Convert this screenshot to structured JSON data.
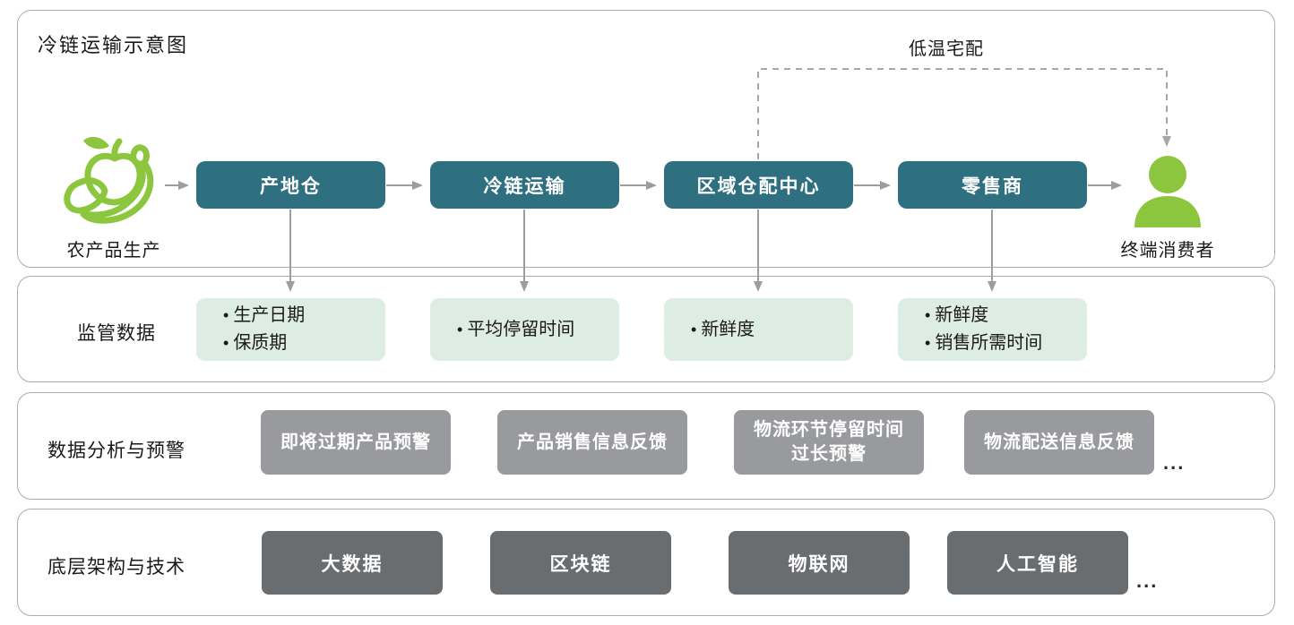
{
  "colors": {
    "stage_teal": "#2e6f80",
    "monitor_green": "#deede4",
    "analysis_gray": "#989a9d",
    "tech_gray": "#6a6d70",
    "accent_green": "#8cc63f",
    "arrow_gray": "#9b9ea1",
    "panel_border": "#a9acae"
  },
  "diagram": {
    "title": "冷链运输示意图",
    "flow": {
      "source_label": "农产品生产",
      "consumer_label": "终端消费者",
      "dashed_route_label": "低温宅配",
      "stages": [
        "产地仓",
        "冷链运输",
        "区域仓配中心",
        "零售商"
      ]
    },
    "monitoring": {
      "label": "监管数据",
      "boxes": [
        {
          "items": [
            "生产日期",
            "保质期"
          ]
        },
        {
          "items": [
            "平均停留时间"
          ]
        },
        {
          "items": [
            "新鲜度"
          ]
        },
        {
          "items": [
            "新鲜度",
            "销售所需时间"
          ]
        }
      ]
    },
    "analysis": {
      "label": "数据分析与预警",
      "boxes": [
        {
          "lines": [
            "即将过期产品预警"
          ]
        },
        {
          "lines": [
            "产品销售信息反馈"
          ]
        },
        {
          "lines": [
            "物流环节停留时间",
            "过长预警"
          ]
        },
        {
          "lines": [
            "物流配送信息反馈"
          ]
        }
      ],
      "more": "..."
    },
    "tech": {
      "label": "底层架构与技术",
      "boxes": [
        "大数据",
        "区块链",
        "物联网",
        "人工智能"
      ],
      "more": "..."
    }
  }
}
